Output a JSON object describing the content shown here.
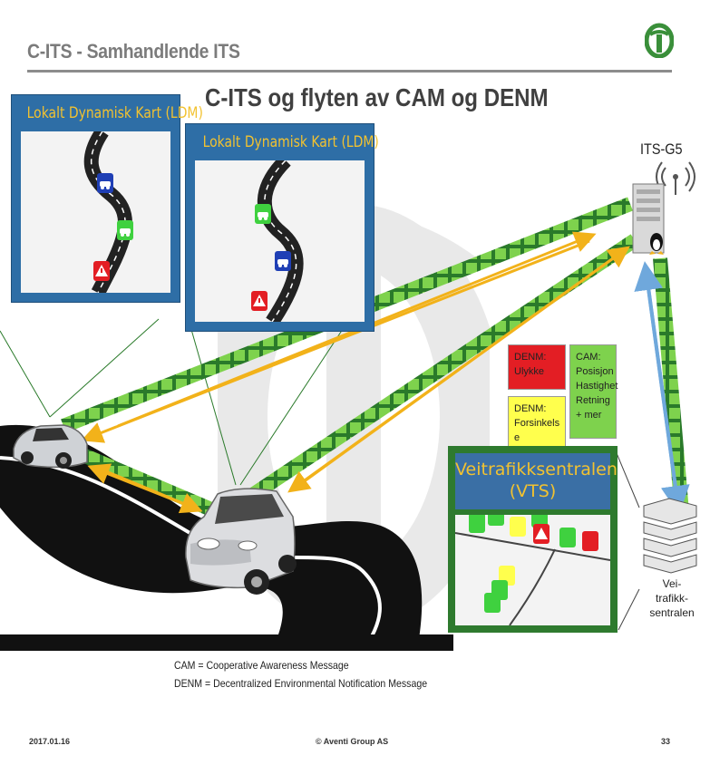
{
  "header": {
    "title": "C-ITS  -  Samhandlende ITS",
    "logo_color": "#3a8f3a"
  },
  "slide_title": "C-ITS og flyten av CAM og DENM",
  "ldm_panels": [
    {
      "title": "Lokalt Dynamisk Kart (LDM)"
    },
    {
      "title": "Lokalt Dynamisk Kart (LDM)"
    }
  ],
  "its_g5_label": "ITS-G5",
  "messages": {
    "denm_ulykke": "DENM:\nUlykke",
    "denm_forsinkelse": "DENM:\nForsinkels\ne",
    "cam": "CAM:\nPosisjon\nHastighet\nRetning\n+ mer"
  },
  "vts": {
    "title": "Veitrafikksentralen\n(VTS)"
  },
  "server_label": "Vei-\ntrafikk-\nsentralen",
  "legend": {
    "cam": "CAM = Cooperative Awareness Message",
    "denm": "DENM = Decentralized Environmental Notification Message"
  },
  "footer": {
    "date": "2017.01.16",
    "copyright": "© Aventi Group AS",
    "page": "33"
  },
  "colors": {
    "ldm_blue": "#2e6ea6",
    "ldm_title_yellow": "#f2c230",
    "link_green": "#6fd14a",
    "arrow_orange": "#f2b21a",
    "red": "#e31e24",
    "yellow": "#ffff4d",
    "green": "#7ed24d",
    "vts_green": "#2e7a2e"
  }
}
